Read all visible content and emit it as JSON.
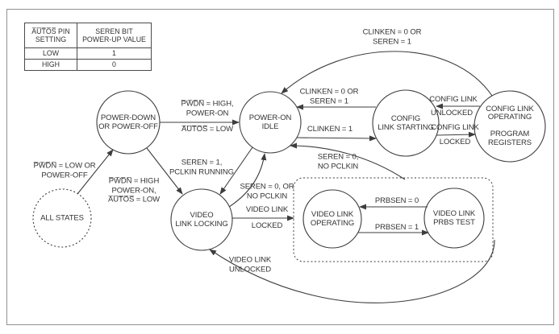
{
  "diagram": {
    "table": {
      "headers": [
        "A̅U̅T̅O̅S̅ PIN\nSETTING",
        "SEREN BIT\nPOWER-UP VALUE"
      ],
      "rows": [
        [
          "LOW",
          "1"
        ],
        [
          "HIGH",
          "0"
        ]
      ]
    },
    "states": {
      "power_down": "POWER-DOWN\nOR POWER-OFF",
      "power_on_idle": "POWER-ON\nIDLE",
      "config_link_starting": "CONFIG\nLINK STARTING",
      "config_link_operating": "CONFIG LINK\nOPERATING\n\nPROGRAM\nREGISTERS",
      "all_states": "ALL STATES",
      "video_link_locking": "VIDEO\nLINK LOCKING",
      "video_link_operating": "VIDEO LINK\nOPERATING",
      "video_link_prbs": "VIDEO LINK\nPRBS TEST"
    },
    "labels": {
      "all_to_pd": "P̅W̅D̅N̅ = LOW OR\nPOWER-OFF",
      "pd_to_idle_above": "P̅W̅D̅N̅ = HIGH,\nPOWER-ON",
      "pd_to_idle_below": "A̅U̅T̅O̅S̅ = LOW",
      "pd_to_locking": "P̅W̅D̅N̅ = HIGH\nPOWER-ON,\nA̅U̅T̅O̅S̅ = LOW",
      "idle_to_locking": "SEREN = 1,\nPCLKIN RUNNING",
      "locking_to_idle": "SEREN = 0, OR\nNO PCLKIN",
      "group_to_idle": "SEREN = 0,\nNO PCLKIN",
      "video_link_locked_above": "VIDEO LINK",
      "video_link_locked_below": "LOCKED",
      "video_link_unlocked": "VIDEO LINK\nUNLOCKED",
      "starting_to_idle": "CLINKEN = 0 OR\nSEREN = 1",
      "idle_to_starting": "CLINKEN = 1",
      "config_unlocked_above": "CONFIG LINK",
      "config_unlocked_below": "UNLOCKED",
      "config_locked_above": "CONFIG LINK",
      "config_locked_below": "LOCKED",
      "operating_to_idle_arc": "CLINKEN = 0 OR\nSEREN = 1",
      "prbs_to_operating": "PRBSEN = 0",
      "operating_to_prbs": "PRBSEN = 1"
    },
    "colors": {
      "stroke": "#3d3d3d",
      "text": "#333333",
      "frame": "#919191",
      "background": "#ffffff"
    }
  }
}
